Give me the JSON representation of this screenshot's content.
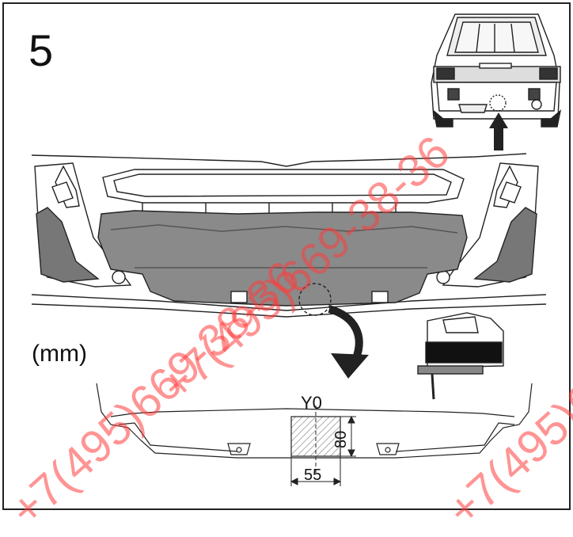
{
  "step": {
    "number": "5"
  },
  "units": {
    "label": "(mm)"
  },
  "cut_area": {
    "reference_label": "Y0",
    "height_value": "80",
    "width_value": "55"
  },
  "watermark": {
    "text": "+7(495)669-38-36",
    "color": "#ff3c3c"
  },
  "illustrations": {
    "vehicle_rear": "suv-rear-view-icon",
    "tool": "jigsaw-icon",
    "direction_arrows": [
      "arrow-up-icon",
      "curved-arrow-down-icon"
    ]
  }
}
